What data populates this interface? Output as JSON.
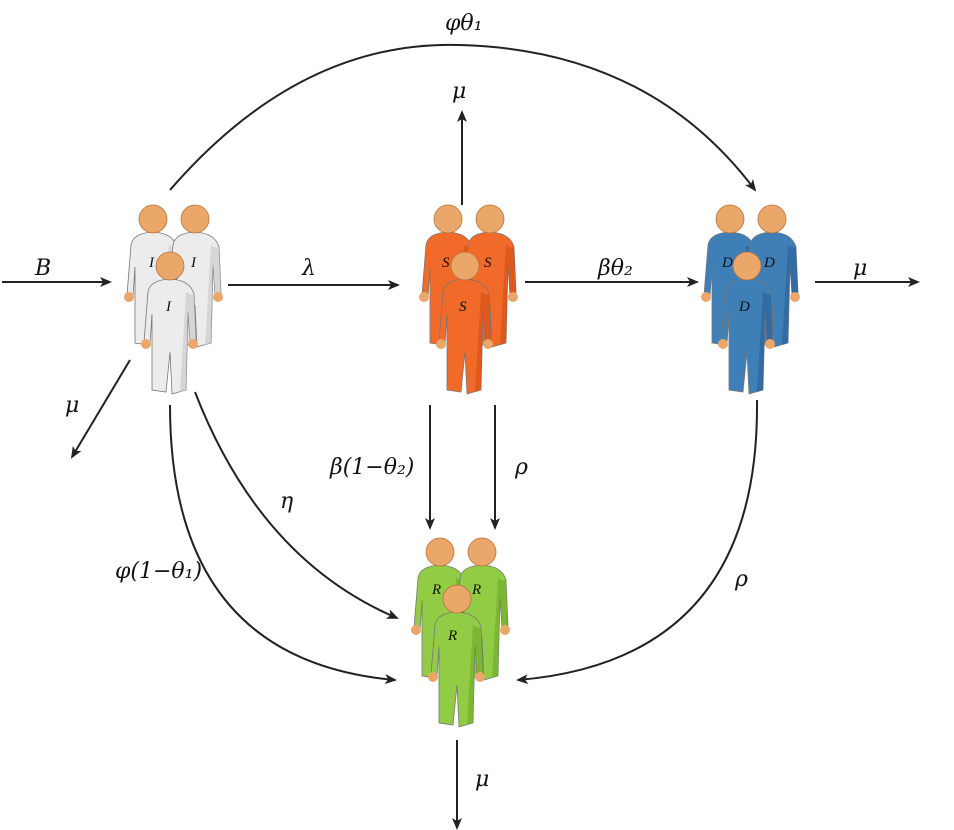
{
  "compartments": {
    "I": {
      "letter": "I",
      "body": "#ececec",
      "shade": "#c8c8c8"
    },
    "S": {
      "letter": "S",
      "body": "#f26a2a",
      "shade": "#d24d14"
    },
    "D": {
      "letter": "D",
      "body": "#3f7fb8",
      "shade": "#2a5f92"
    },
    "R": {
      "letter": "R",
      "body": "#92cc44",
      "shade": "#6ea82a"
    }
  },
  "head_color": "#eba66a",
  "arrows": {
    "birth": "B",
    "i_to_s": "λ",
    "s_to_d": "βθ₂",
    "d_death": "μ",
    "s_death": "μ",
    "i_to_d": "φθ₁",
    "i_death": "μ",
    "i_to_r_eta": "η",
    "i_to_r_phi": "φ(1−θ₁)",
    "s_to_r_beta": "β(1−θ₂)",
    "s_to_r_rho": "ρ",
    "d_to_r_rho": "ρ",
    "r_death": "μ"
  }
}
